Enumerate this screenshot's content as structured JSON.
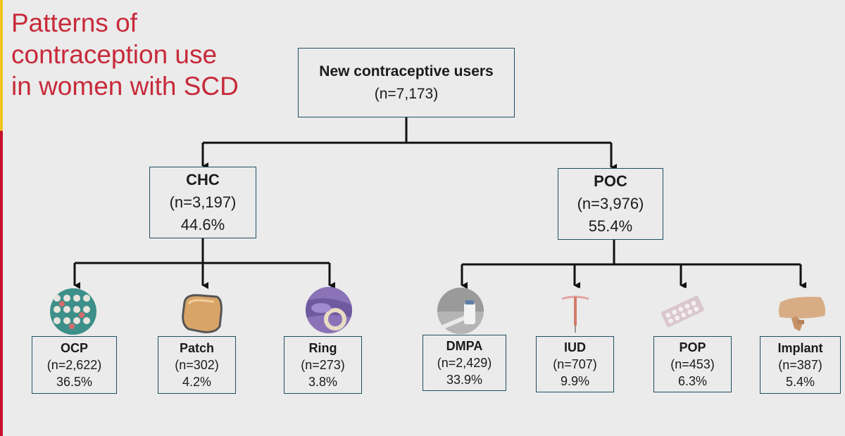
{
  "title_lines": [
    "Patterns of",
    "contraception use",
    "in women with SCD"
  ],
  "root": {
    "label": "New contraceptive users",
    "n": "(n=7,173)"
  },
  "chc": {
    "label": "CHC",
    "n": "(n=3,197)",
    "pct": "44.6%"
  },
  "poc": {
    "label": "POC",
    "n": "(n=3,976)",
    "pct": "55.4%"
  },
  "leaves": [
    {
      "label": "OCP",
      "n": "(n=2,622)",
      "pct": "36.5%",
      "icon": "pill-pack-icon"
    },
    {
      "label": "Patch",
      "n": "(n=302)",
      "pct": "4.2%",
      "icon": "patch-icon"
    },
    {
      "label": "Ring",
      "n": "(n=273)",
      "pct": "3.8%",
      "icon": "vaginal-ring-icon"
    },
    {
      "label": "DMPA",
      "n": "(n=2,429)",
      "pct": "33.9%",
      "icon": "injection-vial-icon"
    },
    {
      "label": "IUD",
      "n": "(n=707)",
      "pct": "9.9%",
      "icon": "iud-icon"
    },
    {
      "label": "POP",
      "n": "(n=453)",
      "pct": "6.3%",
      "icon": "pill-strip-icon"
    },
    {
      "label": "Implant",
      "n": "(n=387)",
      "pct": "5.4%",
      "icon": "arm-implant-icon"
    }
  ],
  "colors": {
    "title": "#c72a3a",
    "box_border": "#1f4e63",
    "background": "#ebebeb"
  }
}
